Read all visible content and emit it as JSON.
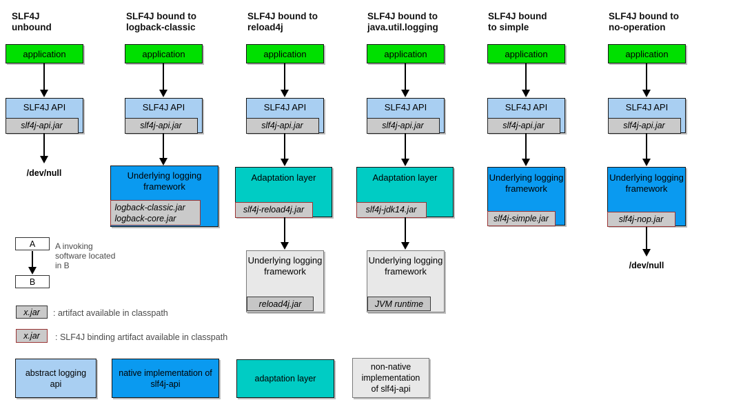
{
  "colors": {
    "application_green": "#00e000",
    "abstract_api_blue": "#a9cff2",
    "native_impl_blue": "#0a9af0",
    "adaptation_teal": "#00ccc4",
    "non_native_gray": "#e8e8e8",
    "jar_gray": "#cacaca",
    "binding_border_red": "#993333"
  },
  "columns": [
    {
      "header1": "SLF4J",
      "header2": "unbound",
      "app": "application",
      "api": "SLF4J API",
      "api_jar": "slf4j-api.jar",
      "devnull": "/dev/null"
    },
    {
      "header1": "SLF4J bound to",
      "header2": "logback-classic",
      "app": "application",
      "api": "SLF4J API",
      "api_jar": "slf4j-api.jar",
      "framework": "Underlying logging framework",
      "framework_jars": [
        "logback-classic.jar",
        "logback-core.jar"
      ]
    },
    {
      "header1": "SLF4J bound to",
      "header2": "reload4j",
      "app": "application",
      "api": "SLF4J API",
      "api_jar": "slf4j-api.jar",
      "adapter": "Adaptation layer",
      "adapter_jar": "slf4j-reload4j.jar",
      "framework": "Underlying logging framework",
      "framework_jar": "reload4j.jar"
    },
    {
      "header1": "SLF4J bound to",
      "header2": "java.util.logging",
      "app": "application",
      "api": "SLF4J API",
      "api_jar": "slf4j-api.jar",
      "adapter": "Adaptation layer",
      "adapter_jar": "slf4j-jdk14.jar",
      "framework": "Underlying logging framework",
      "framework_jar": "JVM runtime"
    },
    {
      "header1": "SLF4J bound",
      "header2": "to simple",
      "app": "application",
      "api": "SLF4J API",
      "api_jar": "slf4j-api.jar",
      "framework": "Underlying logging framework",
      "framework_jar": "slf4j-simple.jar"
    },
    {
      "header1": "SLF4J bound to",
      "header2": "no-operation",
      "app": "application",
      "api": "SLF4J API",
      "api_jar": "slf4j-api.jar",
      "framework": "Underlying logging framework",
      "framework_jar": "slf4j-nop.jar",
      "devnull": "/dev/null"
    }
  ],
  "legend": {
    "box_a": "A",
    "box_b": "B",
    "invoke_lines": [
      "A invoking",
      "software located",
      "in B"
    ],
    "jar_sample": "x.jar",
    "artifact_text": ": artifact available in classpath",
    "binding_text": ": SLF4J binding artifact available in classpath",
    "categories": [
      {
        "label": "abstract logging api"
      },
      {
        "label": "native implementation of slf4j-api"
      },
      {
        "label": "adaptation layer"
      },
      {
        "label": "non-native implementation of slf4j-api"
      }
    ]
  }
}
